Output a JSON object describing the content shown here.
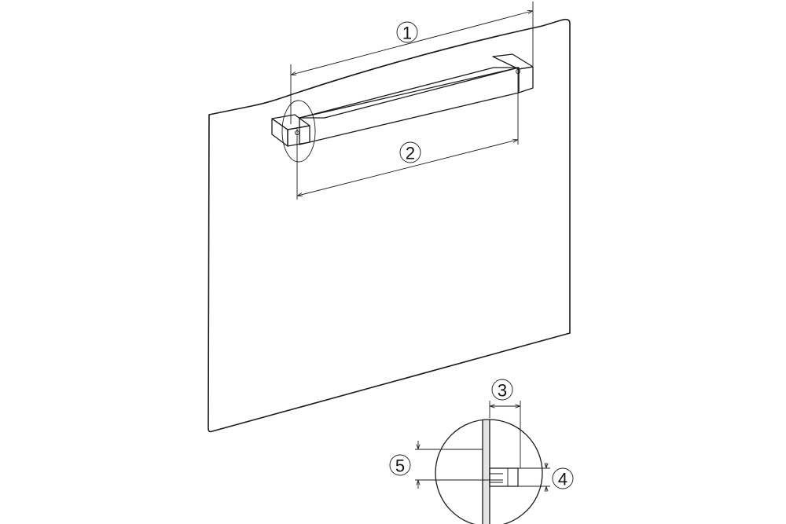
{
  "labels": {
    "l1": "1",
    "l2": "2",
    "l3": "3",
    "l4": "4",
    "l5": "5"
  },
  "colors": {
    "panel": "#e3e3e3",
    "line": "#1a1a1a",
    "handle_top": "#f4f4f4",
    "handle_front": "#ffffff",
    "handle_end": "#ececec"
  }
}
